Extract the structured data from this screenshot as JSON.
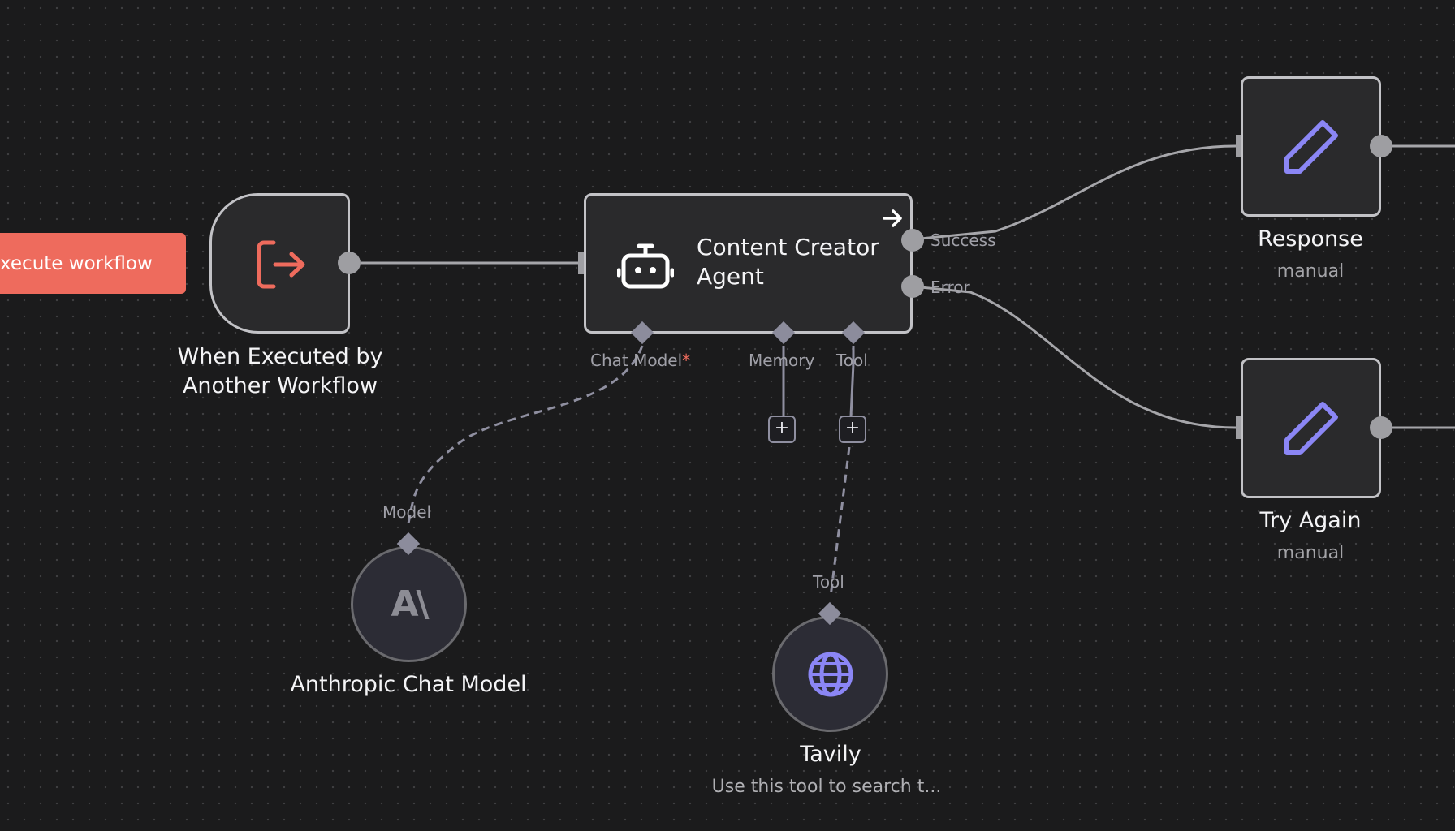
{
  "execute_button": {
    "label": "xecute workflow"
  },
  "nodes": {
    "trigger": {
      "title": "When Executed by Another Workflow",
      "icon": "sign-out-arrow-icon"
    },
    "agent": {
      "title": "Content Creator Agent",
      "icon": "robot-icon",
      "outputs": [
        "Success",
        "Error"
      ],
      "inputs": {
        "chat_model": "Chat Model",
        "required_mark": "*",
        "memory": "Memory",
        "tool": "Tool"
      }
    },
    "response": {
      "title": "Response",
      "subtitle": "manual",
      "icon": "pencil-icon"
    },
    "try_again": {
      "title": "Try Again",
      "subtitle": "manual",
      "icon": "pencil-icon"
    },
    "anthropic": {
      "title": "Anthropic Chat Model",
      "port": "Model",
      "icon": "anthropic-logo-icon",
      "logo_text": "A\\"
    },
    "tavily": {
      "title": "Tavily",
      "subtitle": "Use this tool to search t...",
      "port": "Tool",
      "icon": "globe-icon"
    }
  },
  "add_buttons": {
    "memory": "+",
    "tool": "+"
  },
  "colors": {
    "accent_red": "#ee6b5d",
    "accent_purple": "#8b86f5",
    "canvas": "#1b1b1c",
    "node_bg": "#2a2a2c"
  }
}
